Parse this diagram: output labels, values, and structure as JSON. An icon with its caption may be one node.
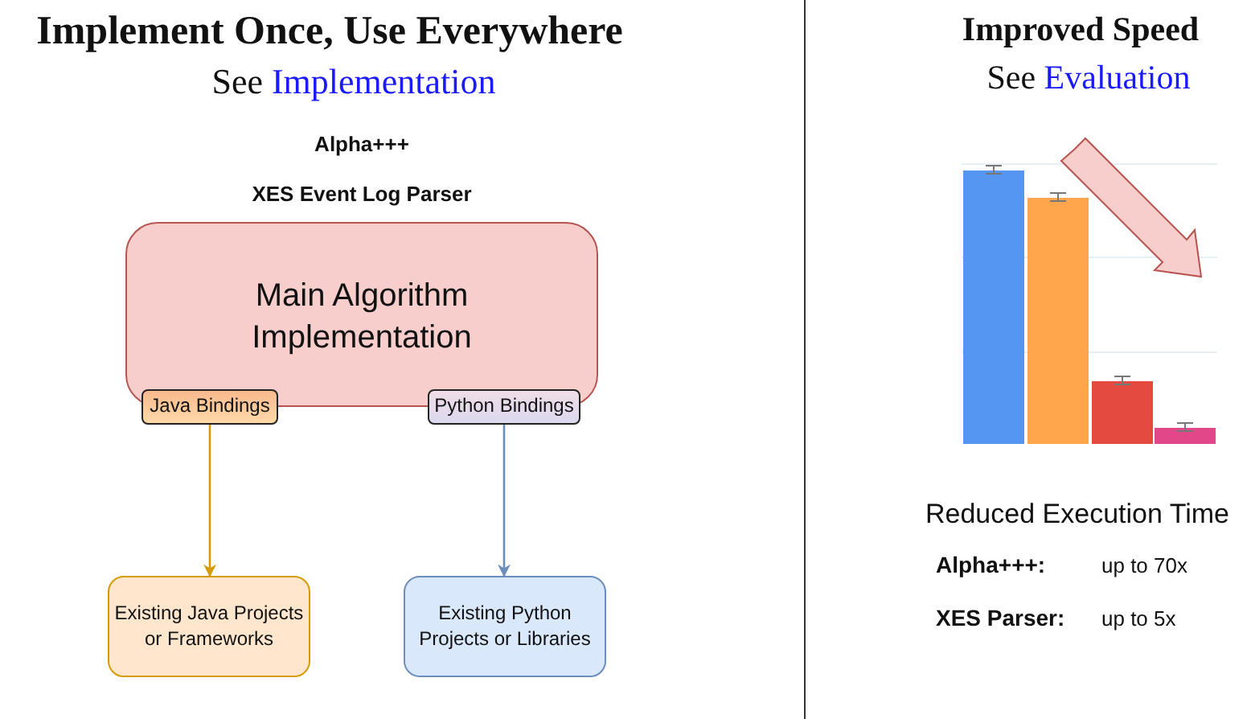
{
  "diagram": {
    "nodes": [
      {
        "text": [
          "Main Algorithm Implementation"
        ]
      },
      {
        "text": [
          "Java Bindings"
        ]
      },
      {
        "text": [
          "Python Bindings"
        ]
      },
      {
        "text": [
          "Existing Java Projects or Frameworks"
        ]
      },
      {
        "text": [
          "Existing Python Projects or Libraries"
        ]
      }
    ],
    "edges": [
      {
        "from": 1,
        "to": 3,
        "arrow": "to",
        "color": "#d79b00"
      },
      {
        "from": 2,
        "to": 4,
        "arrow": "to",
        "color": "#6c8ebf"
      }
    ],
    "labels": [
      "Implement Once, Use Everywhere",
      "See Implementation",
      "Alpha+++",
      "XES Event Log Parser",
      "Improved Speed",
      "See Evaluation",
      "Reduced Execution Time",
      "Alpha+++:",
      "up to 70x",
      "XES Parser:",
      "up to 5x"
    ]
  }
}
